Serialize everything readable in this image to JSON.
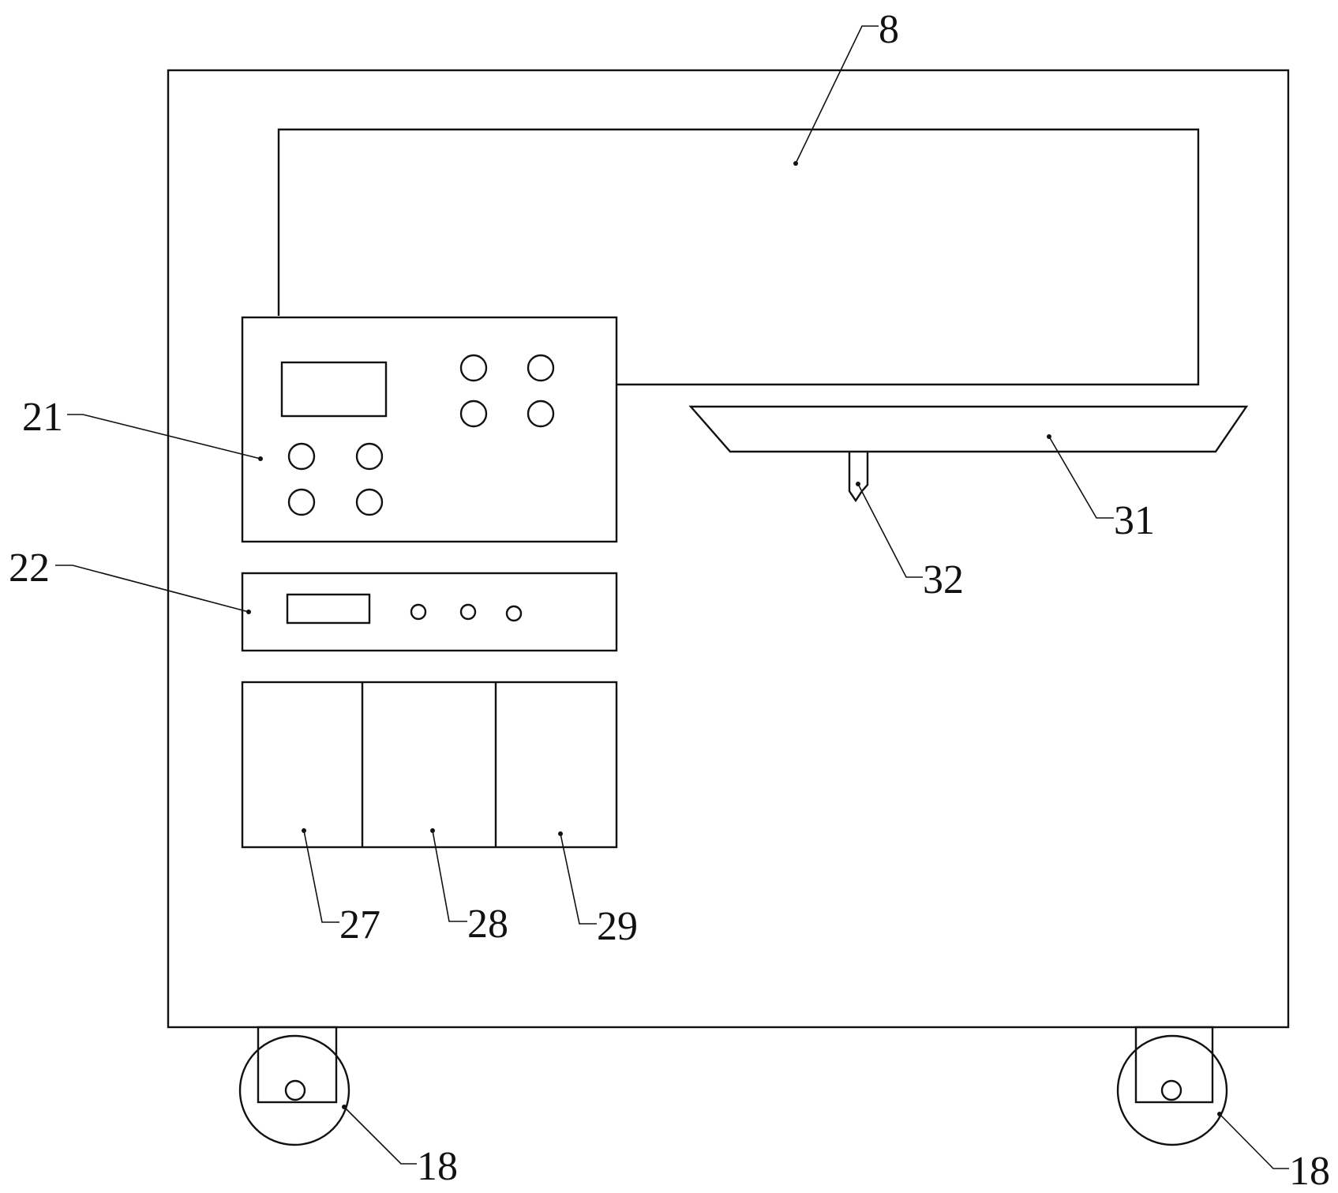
{
  "figure": {
    "callouts": {
      "c8": "8",
      "c21": "21",
      "c22": "22",
      "c27": "27",
      "c28": "28",
      "c29": "29",
      "c31": "31",
      "c32": "32",
      "c18_left": "18",
      "c18_right": "18"
    },
    "colors": {
      "line": "#111111",
      "background": "#ffffff"
    }
  }
}
